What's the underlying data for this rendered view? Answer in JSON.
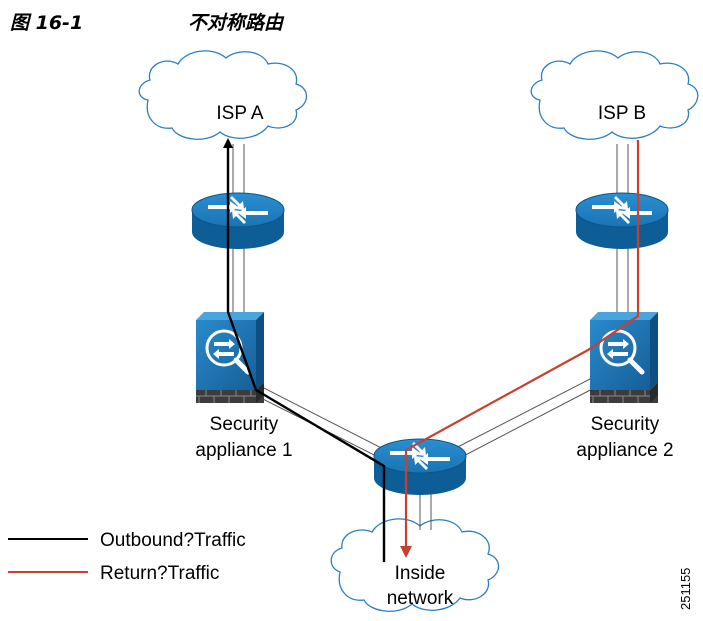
{
  "figure": {
    "label": "图 16-1",
    "caption": "不对称路由"
  },
  "nodes": {
    "isp_a": "ISP A",
    "isp_b": "ISP B",
    "security_appliance_1": [
      "Security",
      "appliance 1"
    ],
    "security_appliance_2": [
      "Security",
      "appliance 2"
    ],
    "inside_network": [
      "Inside",
      "network"
    ]
  },
  "legend": {
    "outbound": "Outbound?Traffic",
    "return": "Return?Traffic"
  },
  "figure_id": "251155",
  "colors": {
    "outbound": "#000000",
    "return": "#c8412f",
    "device_blue": "#1b78b8",
    "device_dark": "#0c5588"
  }
}
